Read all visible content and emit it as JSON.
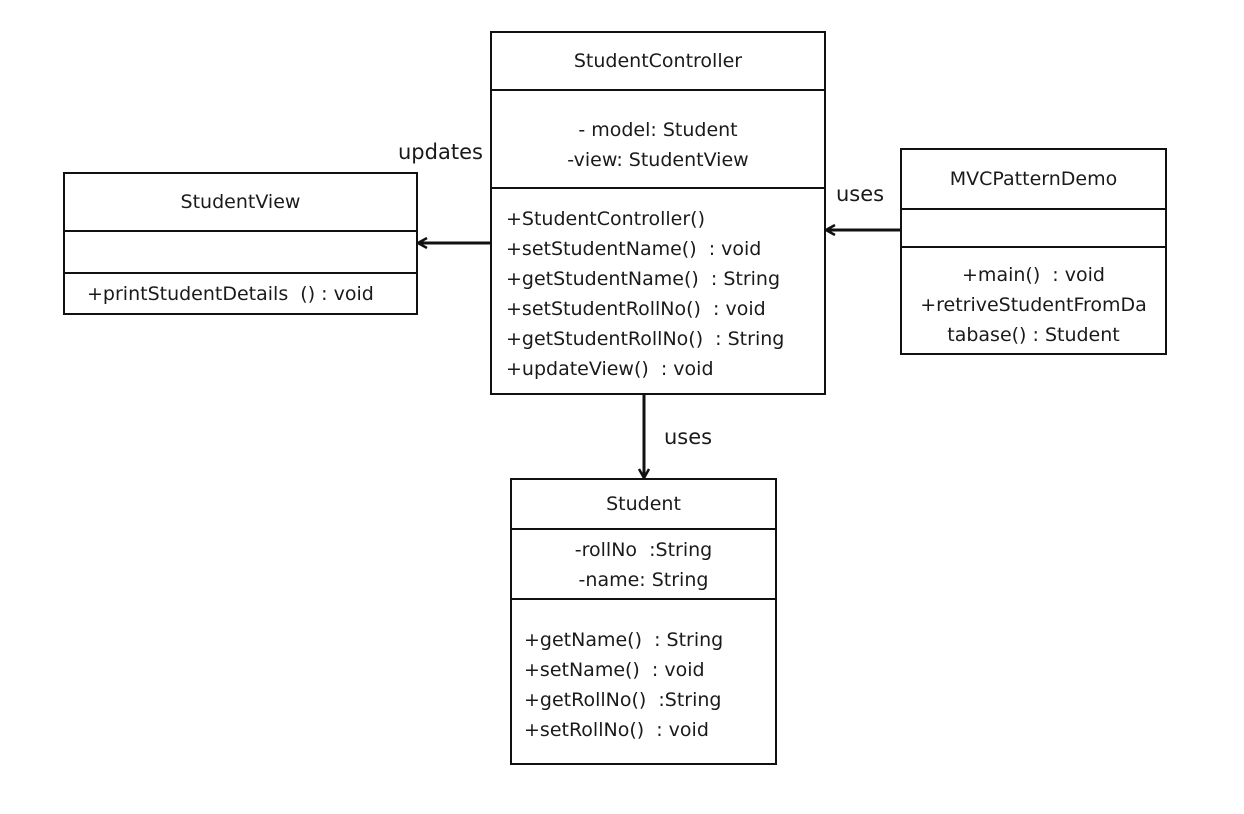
{
  "classes": {
    "controller": {
      "name": "StudentController",
      "attributes": [
        "- model: Student",
        "-view: StudentView"
      ],
      "methods": [
        "+StudentController()",
        "+setStudentName()  : void",
        "+getStudentName()  : String",
        "+setStudentRollNo()  : void",
        "+getStudentRollNo()  : String",
        "+updateView()  : void"
      ]
    },
    "view": {
      "name": "StudentView",
      "attributes": [],
      "methods": [
        "+printStudentDetails  () : void"
      ]
    },
    "demo": {
      "name": "MVCPatternDemo",
      "attributes": [],
      "methods": [
        "+main()  : void",
        "+retriveStudentFromDa",
        "tabase() : Student"
      ]
    },
    "student": {
      "name": "Student",
      "attributes": [
        "-rollNo  :String",
        "-name: String"
      ],
      "methods": [
        "+getName()  : String",
        "+setName()  : void",
        "+getRollNo()  :String",
        "+setRollNo()  : void"
      ]
    }
  },
  "edges": {
    "controller_to_view": "updates",
    "demo_to_controller": "uses",
    "controller_to_student": "uses"
  }
}
